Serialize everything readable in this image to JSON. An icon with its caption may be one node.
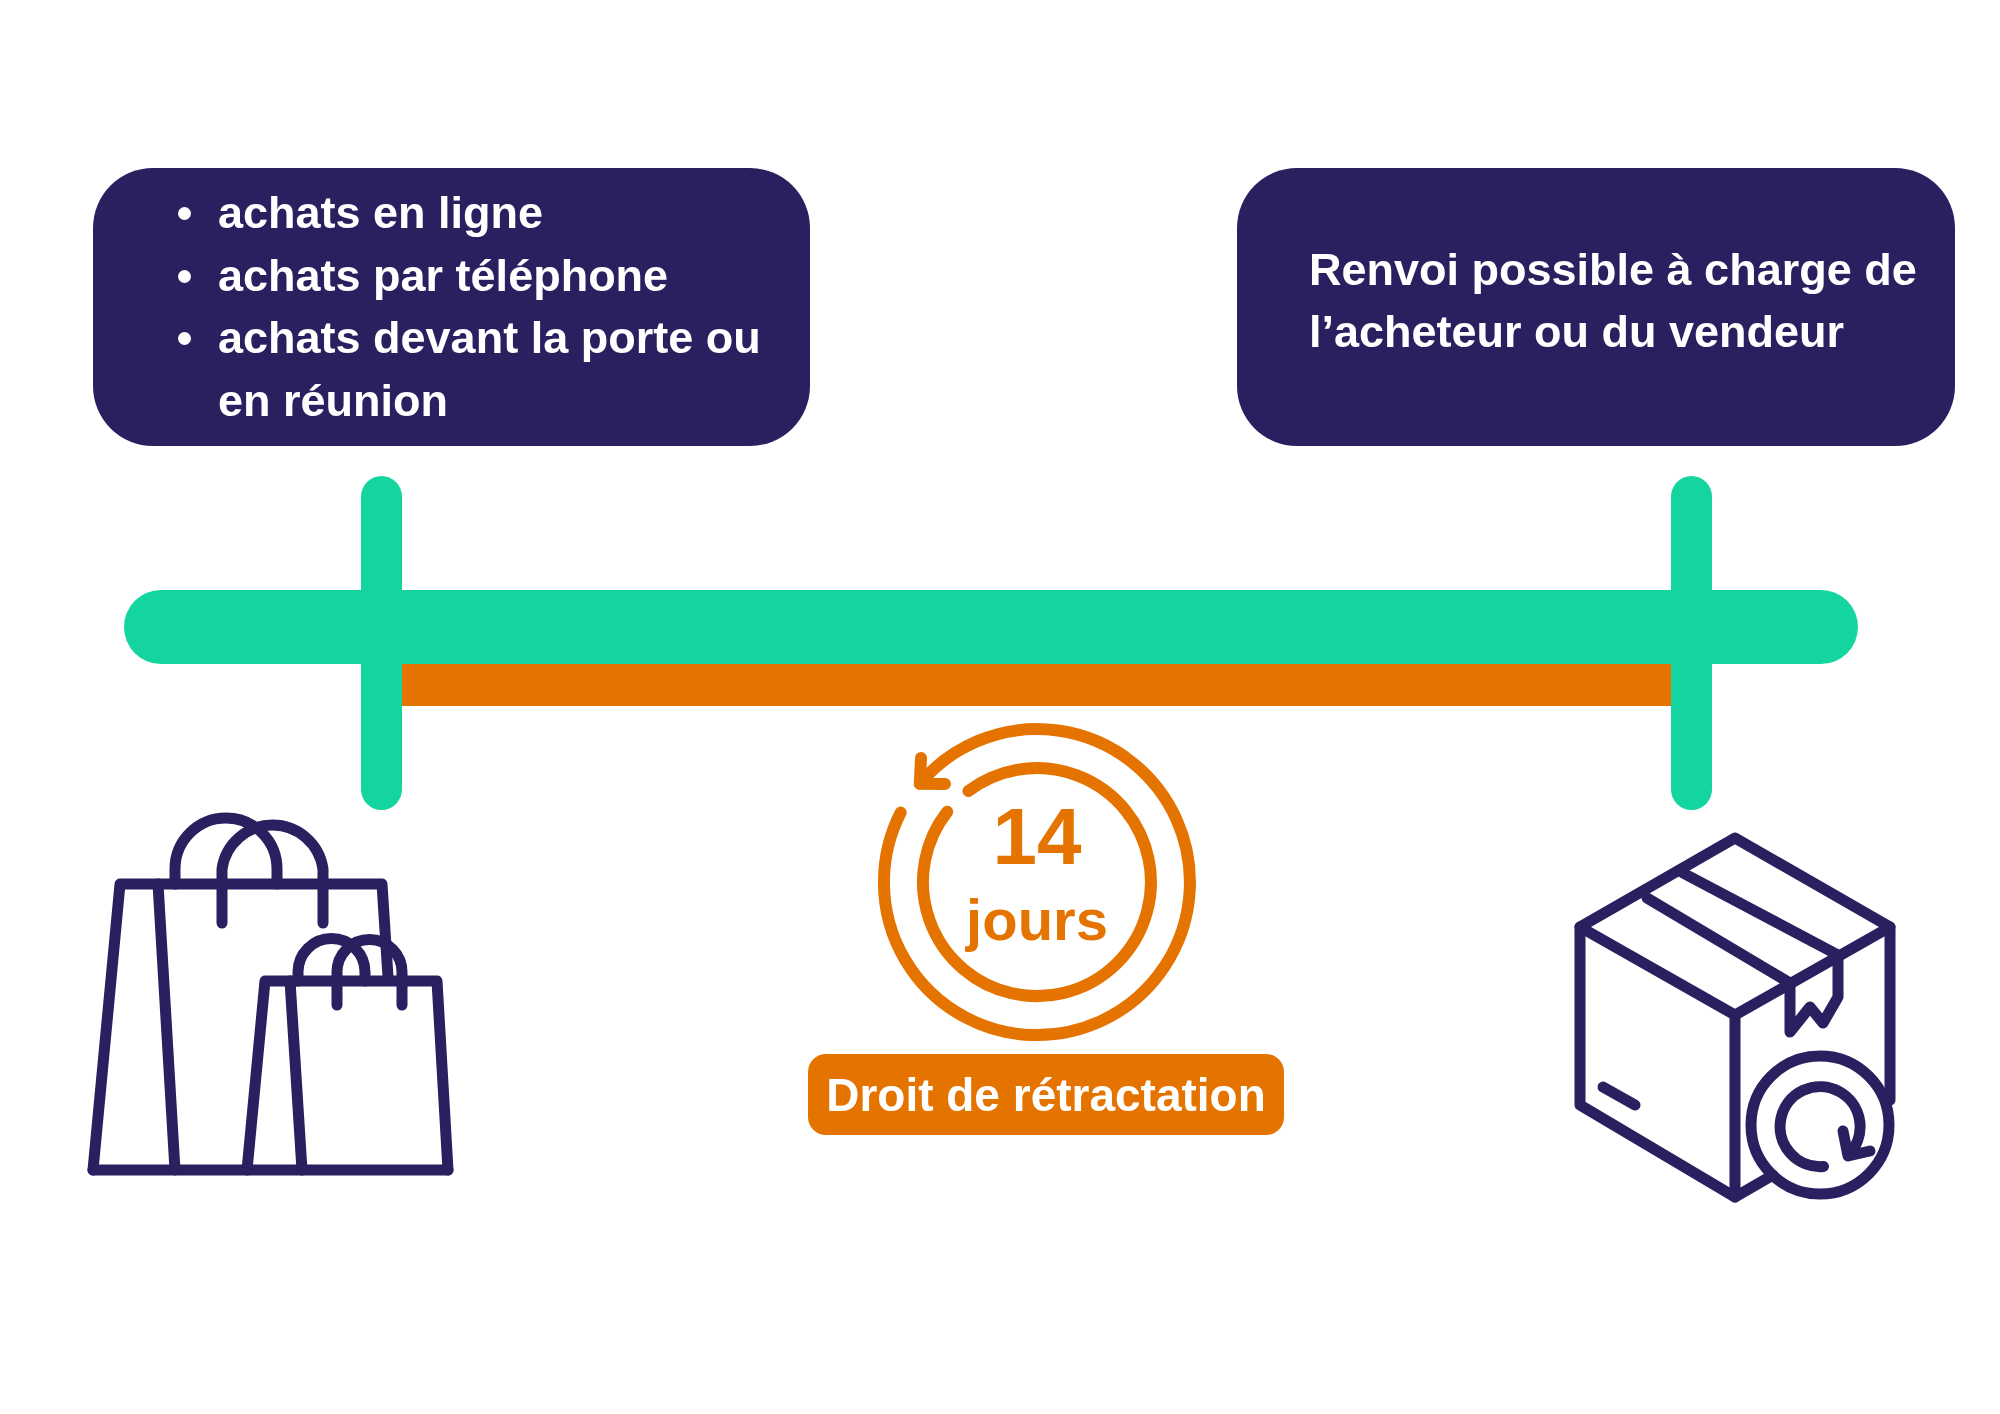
{
  "diagram": {
    "nodes": [
      {
        "text": [
          "achats en ligne",
          "achats par téléphone",
          "achats devant la porte ou en réunion"
        ]
      },
      {
        "text": [
          "Renvoi possible à charge de l’acheteur ou du vendeur"
        ]
      },
      {
        "text": [
          "14",
          "jours"
        ]
      },
      {
        "text": [
          "Droit de rétractation"
        ]
      }
    ]
  }
}
